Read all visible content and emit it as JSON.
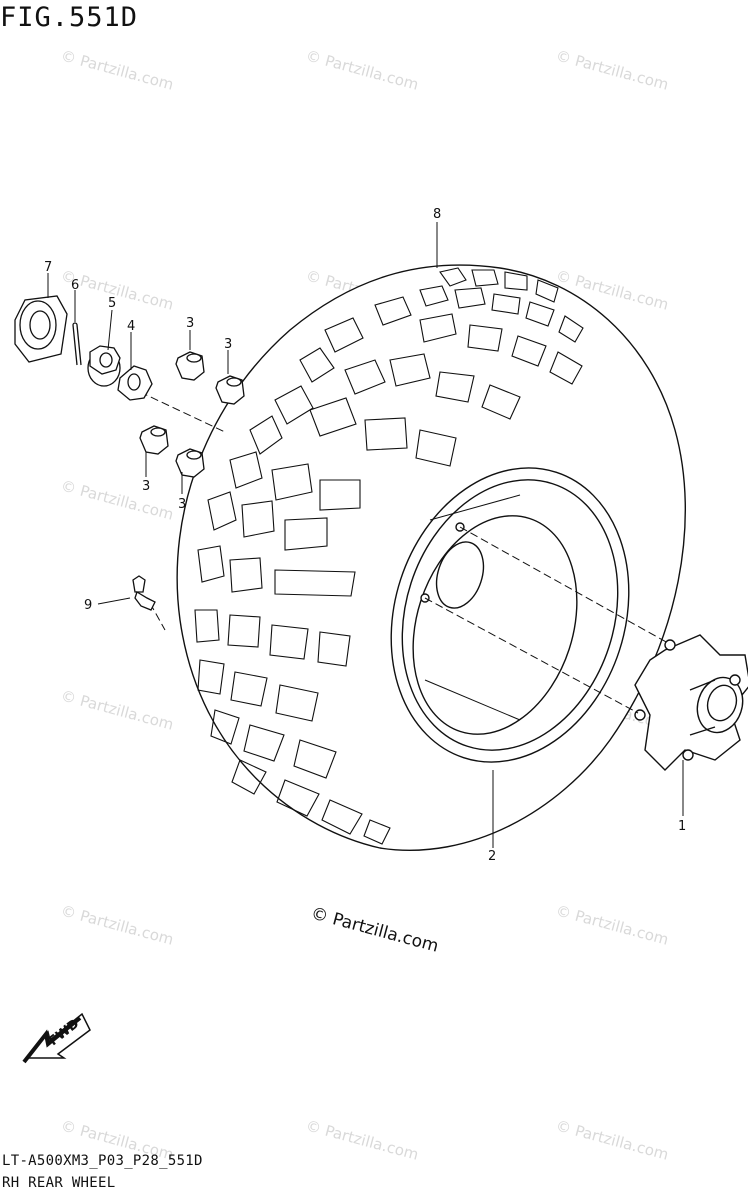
{
  "figure": {
    "title": "FIG.551D",
    "code": "LT-A500XM3_P03_P28_551D",
    "caption": "RH REAR WHEEL"
  },
  "watermark": {
    "text": "© Partzilla.com",
    "color": "#d9d9d9"
  },
  "copyright": "© Partzilla.com",
  "direction_label": "FWD",
  "callouts": [
    {
      "id": "1",
      "text": "1"
    },
    {
      "id": "2",
      "text": "2"
    },
    {
      "id": "3",
      "text": "3"
    },
    {
      "id": "4",
      "text": "4"
    },
    {
      "id": "5",
      "text": "5"
    },
    {
      "id": "6",
      "text": "6"
    },
    {
      "id": "7",
      "text": "7"
    },
    {
      "id": "8",
      "text": "8"
    },
    {
      "id": "9",
      "text": "9"
    }
  ]
}
